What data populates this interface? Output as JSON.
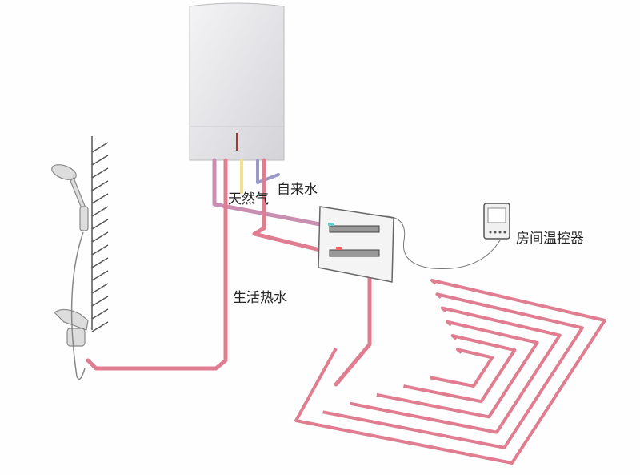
{
  "labels": {
    "tap_water": "自来水",
    "natural_gas": "天然气",
    "thermostat": "房间温控器",
    "domestic_hot_water": "生活热水"
  },
  "colors": {
    "hot_pipe": "#e07d90",
    "gas_pipe": "#f2e08a",
    "cold_pipe": "#9a9ac8",
    "boiler": "#e6e6e8"
  }
}
